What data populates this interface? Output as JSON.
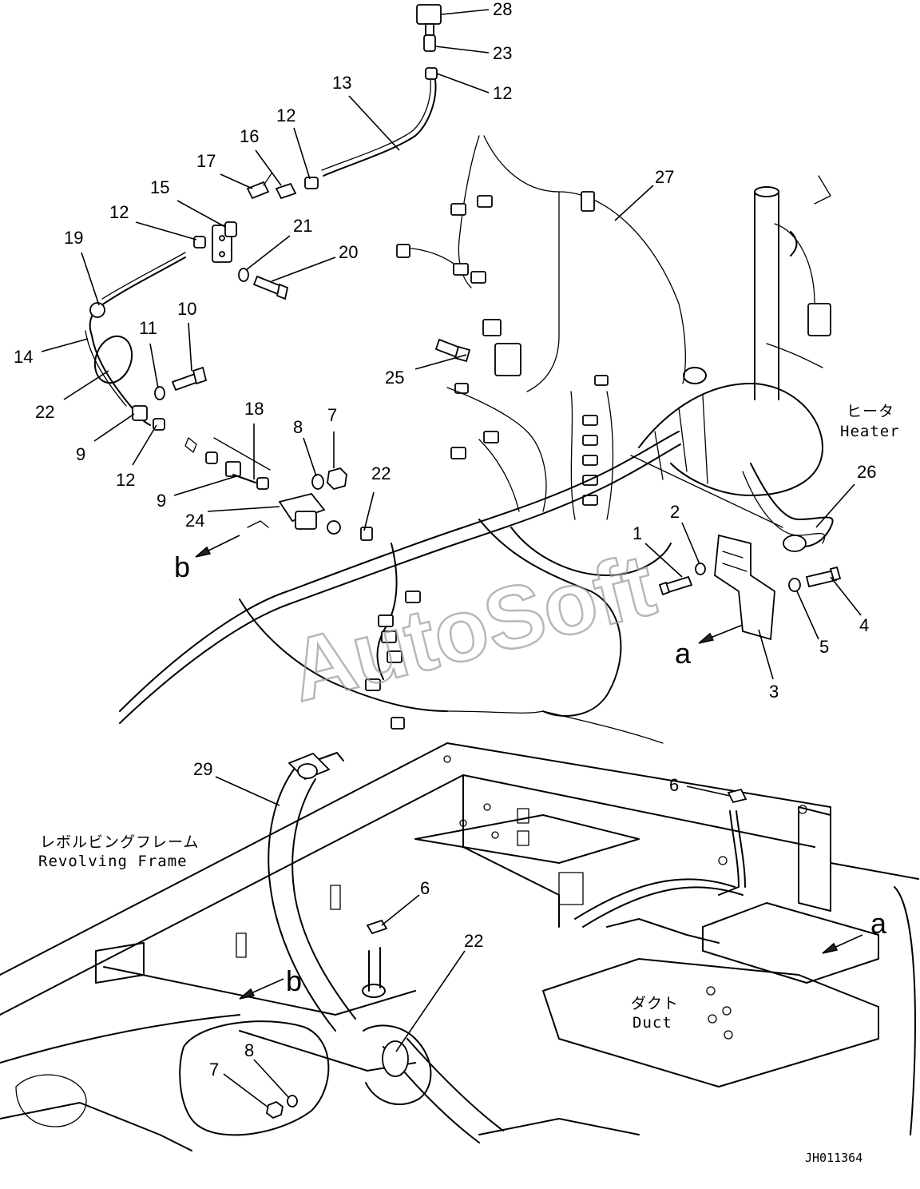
{
  "callouts": [
    {
      "id": "c28",
      "text": "28"
    },
    {
      "id": "c23",
      "text": "23"
    },
    {
      "id": "c12a",
      "text": "12"
    },
    {
      "id": "c13",
      "text": "13"
    },
    {
      "id": "c12b",
      "text": "12"
    },
    {
      "id": "c16",
      "text": "16"
    },
    {
      "id": "c17",
      "text": "17"
    },
    {
      "id": "c15",
      "text": "15"
    },
    {
      "id": "c12c",
      "text": "12"
    },
    {
      "id": "c21",
      "text": "21"
    },
    {
      "id": "c20",
      "text": "20"
    },
    {
      "id": "c19",
      "text": "19"
    },
    {
      "id": "c10",
      "text": "10"
    },
    {
      "id": "c11",
      "text": "11"
    },
    {
      "id": "c14",
      "text": "14"
    },
    {
      "id": "c22a",
      "text": "22"
    },
    {
      "id": "c9a",
      "text": "9"
    },
    {
      "id": "c12d",
      "text": "12"
    },
    {
      "id": "c18",
      "text": "18"
    },
    {
      "id": "c8a",
      "text": "8"
    },
    {
      "id": "c7a",
      "text": "7"
    },
    {
      "id": "c9b",
      "text": "9"
    },
    {
      "id": "c24",
      "text": "24"
    },
    {
      "id": "c22b",
      "text": "22"
    },
    {
      "id": "c27",
      "text": "27"
    },
    {
      "id": "c25",
      "text": "25"
    },
    {
      "id": "c26",
      "text": "26"
    },
    {
      "id": "c1",
      "text": "1"
    },
    {
      "id": "c2",
      "text": "2"
    },
    {
      "id": "c4",
      "text": "4"
    },
    {
      "id": "c5",
      "text": "5"
    },
    {
      "id": "c3",
      "text": "3"
    },
    {
      "id": "c29",
      "text": "29"
    },
    {
      "id": "c6a",
      "text": "6"
    },
    {
      "id": "c6b",
      "text": "6"
    },
    {
      "id": "c22c",
      "text": "22"
    },
    {
      "id": "c8b",
      "text": "8"
    },
    {
      "id": "c7b",
      "text": "7"
    }
  ],
  "view_refs": {
    "b_upper": "b",
    "a_upper": "a",
    "a_lower": "a",
    "b_lower": "b"
  },
  "captions": {
    "heater_jp": "ヒータ",
    "heater_en": "Heater",
    "frame_jp": "レボルビングフレーム",
    "frame_en": "Revolving Frame",
    "duct_jp": "ダクト",
    "duct_en": "Duct"
  },
  "watermark": "AutoSoft",
  "drawing_id": "JH011364"
}
